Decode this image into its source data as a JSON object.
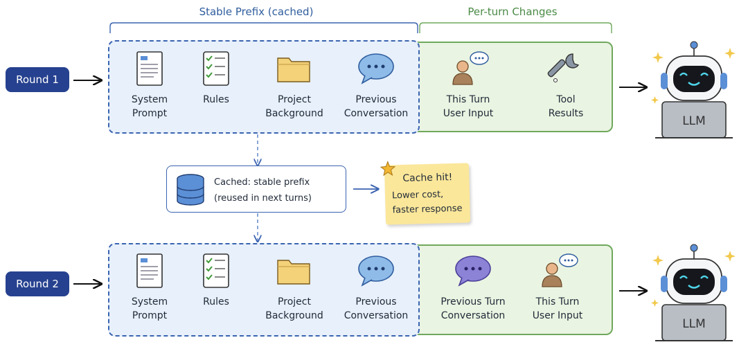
{
  "headers": {
    "stable_prefix": "Stable Prefix (cached)",
    "per_turn": "Per-turn Changes"
  },
  "rounds": [
    {
      "label": "Round 1",
      "items": [
        {
          "icon": "document-icon",
          "label": "System\nPrompt"
        },
        {
          "icon": "checklist-icon",
          "label": "Rules"
        },
        {
          "icon": "folder-icon",
          "label": "Project\nBackground"
        },
        {
          "icon": "chat-bubble-icon",
          "label": "Previous\nConversation"
        },
        {
          "icon": "user-message-icon",
          "label": "This Turn\nUser Input"
        },
        {
          "icon": "wrench-icon",
          "label": "Tool\nResults"
        }
      ],
      "llm_label": "LLM"
    },
    {
      "label": "Round 2",
      "items": [
        {
          "icon": "document-icon",
          "label": "System\nPrompt"
        },
        {
          "icon": "checklist-icon",
          "label": "Rules"
        },
        {
          "icon": "folder-icon",
          "label": "Project\nBackground"
        },
        {
          "icon": "chat-bubble-icon",
          "label": "Previous\nConversation"
        },
        {
          "icon": "purple-chat-bubble-icon",
          "label": "Previous Turn\nConversation"
        },
        {
          "icon": "user-message-icon",
          "label": "This Turn\nUser Input"
        }
      ],
      "llm_label": "LLM"
    }
  ],
  "cache": {
    "line1": "Cached: stable prefix",
    "line2": "(reused in next turns)"
  },
  "note": {
    "title": "Cache hit!",
    "body": "Lower cost,\nfaster response"
  },
  "colors": {
    "blue_accent": "#3a63b0",
    "green_accent": "#6fa85c",
    "round_pill": "#26418f",
    "sticky": "#fbe79a"
  }
}
